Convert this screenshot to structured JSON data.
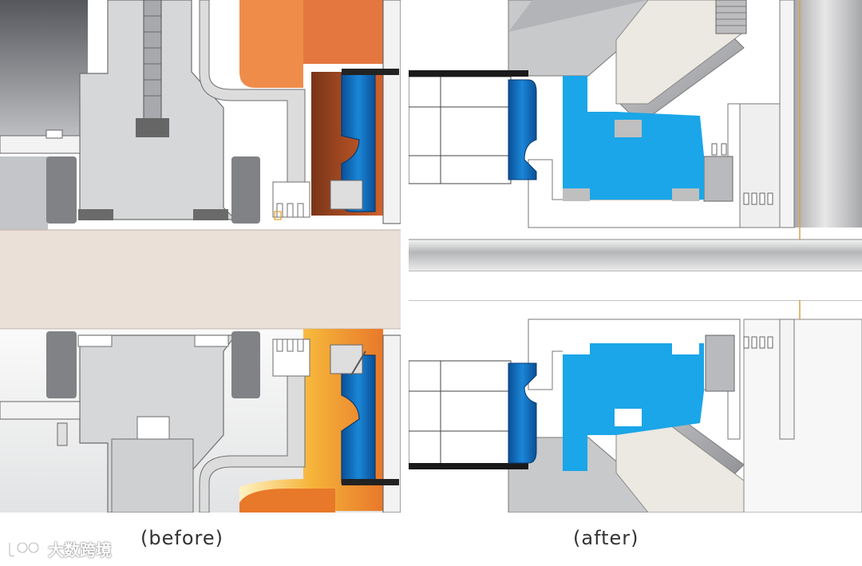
{
  "captions": {
    "before": "(before)",
    "after": "(after)"
  },
  "watermark": {
    "text": "大数跨境",
    "icon": "brand-logo-icon"
  },
  "colors": {
    "shaft": "#eae0d8",
    "housing_gray": "#d6d6d6",
    "dark_gray": "#7a7a7a",
    "orange": "#e0713a",
    "seal_blue": "#1378c8",
    "seal_light_blue": "#1aa6e8",
    "background": "#ffffff"
  }
}
